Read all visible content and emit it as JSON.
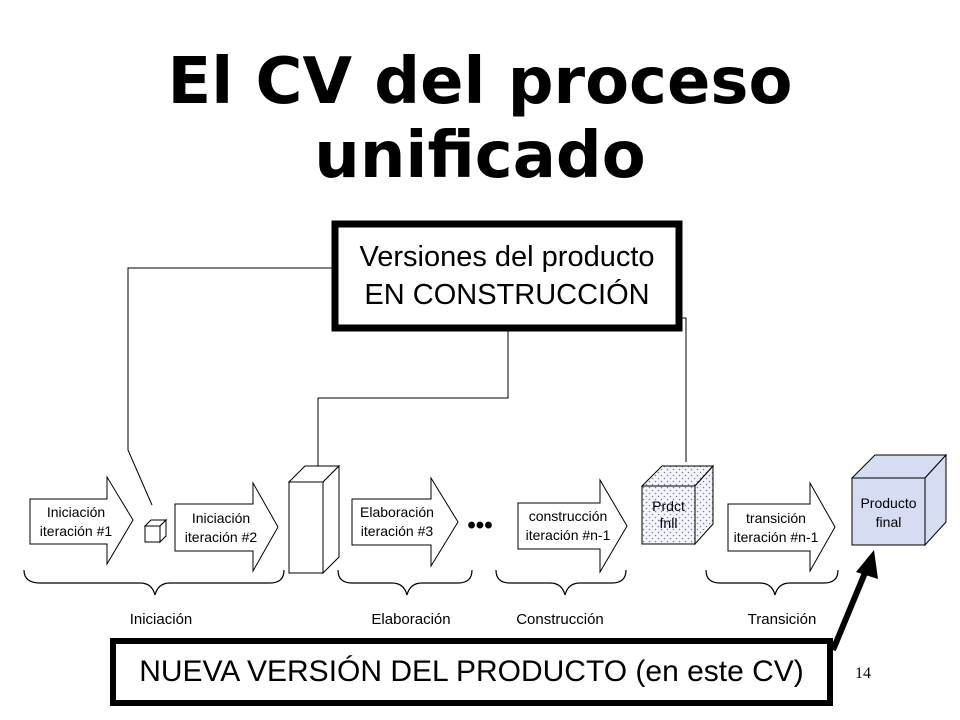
{
  "slide": {
    "title_line1": "El CV del proceso",
    "title_line2": "unificado",
    "page_number": "14"
  },
  "callouts": {
    "versions_line1": "Versiones del producto",
    "versions_line2": "EN CONSTRUCCIÓN",
    "new_version": "NUEVA VERSIÓN DEL PRODUCTO (en este CV)"
  },
  "iterations": [
    {
      "line1": "Iniciación",
      "line2": "iteración #1"
    },
    {
      "line1": "Iniciación",
      "line2": "iteración #2"
    },
    {
      "line1": "Elaboración",
      "line2": "iteración #3"
    },
    {
      "line1": "construcción",
      "line2": "iteración #n-1"
    },
    {
      "line1": "transición",
      "line2": "iteración #n-1"
    }
  ],
  "ellipsis": "•••",
  "products": {
    "intermediate_line1": "Prdct",
    "intermediate_line2": "fnll",
    "final_line1": "Producto",
    "final_line2": "final"
  },
  "phases": [
    "Iniciación",
    "Elaboración",
    "Construcción",
    "Transición"
  ],
  "colors": {
    "final_product_fill": "#d6dcf2",
    "intermediate_product_fill": "#eef0fa"
  }
}
